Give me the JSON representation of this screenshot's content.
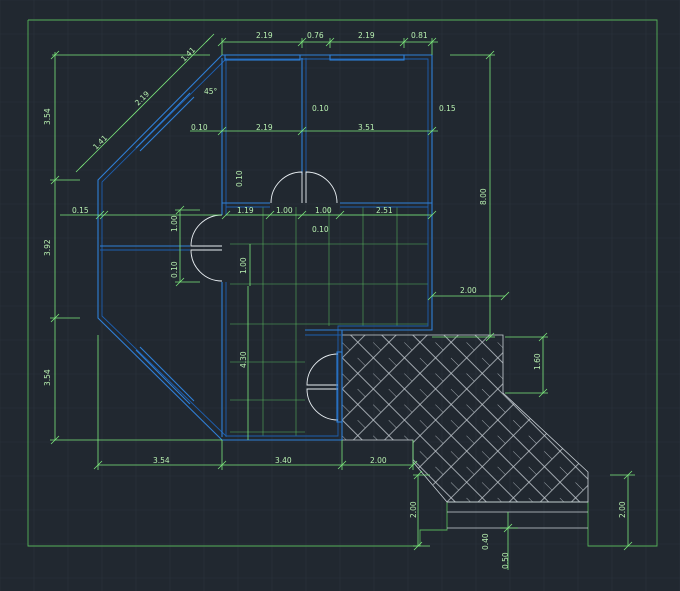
{
  "canvas": {
    "background": "#212830",
    "grid_color": "#2b333c",
    "dimension_color": "#7ce87c",
    "wall_color": "#2f7fd6",
    "tile_color": "#58b85e",
    "door_color": "#e8eef2",
    "paving_color": "#c9d0d6"
  },
  "dims": {
    "top_a": "2.19",
    "top_b": "0.76",
    "top_c": "2.19",
    "top_d": "0.81",
    "diag_top": "1.41",
    "diag_mid": "2.19",
    "diag_low": "1.41",
    "angle": "45°",
    "left_top": "3.54",
    "left_mid": "3.92",
    "left_bot": "3.54",
    "row_a": "0.10",
    "row_b": "2.19",
    "row_c": "0.10",
    "row_d": "3.51",
    "row_e": "0.15",
    "right_tall": "8.00",
    "v_small_a": "0.10",
    "hall_a": "1.19",
    "hall_b": "1.00",
    "hall_c": "1.00",
    "hall_d": "2.51",
    "hall_e": "0.10",
    "left_wall": "0.15",
    "v_door": "1.00",
    "v_door_b": "0.10",
    "tile_v": "1.00",
    "tile_tall": "4.30",
    "ext_width": "2.00",
    "pave_height": "1.60",
    "bot_a": "3.54",
    "bot_b": "3.40",
    "bot_c": "2.00",
    "step_h": "2.00",
    "step_a": "0.40",
    "step_b": "0.50",
    "right_step": "2.00"
  }
}
